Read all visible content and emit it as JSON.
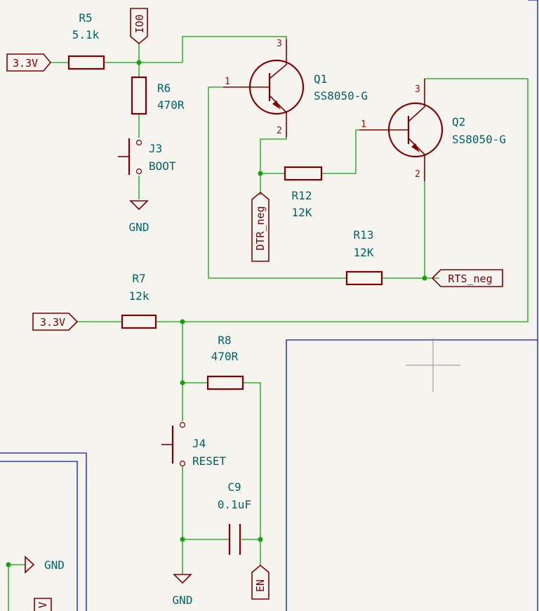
{
  "components": {
    "R5": {
      "ref": "R5",
      "value": "5.1k"
    },
    "R6": {
      "ref": "R6",
      "value": "470R"
    },
    "J3": {
      "ref": "J3",
      "value": "BOOT"
    },
    "Q1": {
      "ref": "Q1",
      "value": "SS8050-G",
      "pins": [
        "1",
        "2",
        "3"
      ]
    },
    "Q2": {
      "ref": "Q2",
      "value": "SS8050-G",
      "pins": [
        "1",
        "2",
        "3"
      ]
    },
    "R12": {
      "ref": "R12",
      "value": "12K"
    },
    "R13": {
      "ref": "R13",
      "value": "12K"
    },
    "R7": {
      "ref": "R7",
      "value": "12k"
    },
    "R8": {
      "ref": "R8",
      "value": "470R"
    },
    "J4": {
      "ref": "J4",
      "value": "RESET"
    },
    "C9": {
      "ref": "C9",
      "value": "0.1uF"
    }
  },
  "net_labels": {
    "v33_top": "3.3V",
    "v33_mid": "3.3V",
    "io0": "IO0",
    "dtr": "DTR_neg",
    "rts": "RTS_neg",
    "en": "EN",
    "gnd_boot": "GND",
    "gnd_reset": "GND",
    "gnd_left": "GND",
    "partial_v": "V"
  }
}
